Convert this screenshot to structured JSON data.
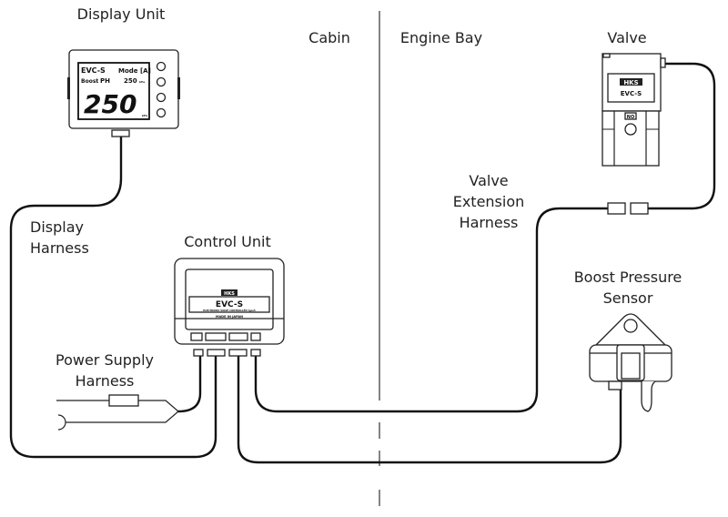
{
  "labels": {
    "display_unit": "Display Unit",
    "cabin": "Cabin",
    "engine_bay": "Engine Bay",
    "valve": "Valve",
    "valve_ext_1": "Valve",
    "valve_ext_2": "Extension",
    "valve_ext_3": "Harness",
    "display_harness_1": "Display",
    "display_harness_2": "Harness",
    "control_unit": "Control Unit",
    "boost_sensor_1": "Boost Pressure",
    "boost_sensor_2": "Sensor",
    "power_supply_1": "Power Supply",
    "power_supply_2": "Harness"
  },
  "display_screen": {
    "brand": "EVC-S",
    "mode": "Mode [A]",
    "boost": "Boost",
    "ph": "PH",
    "ph_value": "250",
    "unit": "kPa",
    "main_value": "250"
  },
  "control_unit_face": {
    "logo": "HKS",
    "model": "EVC-S",
    "subtitle": "ELECTRONIC VALVE CONTROLLER type5",
    "made_in": "MADE IN JAPAN"
  },
  "valve_face": {
    "logo": "HKS",
    "model": "EVC-S",
    "port": "NO"
  }
}
